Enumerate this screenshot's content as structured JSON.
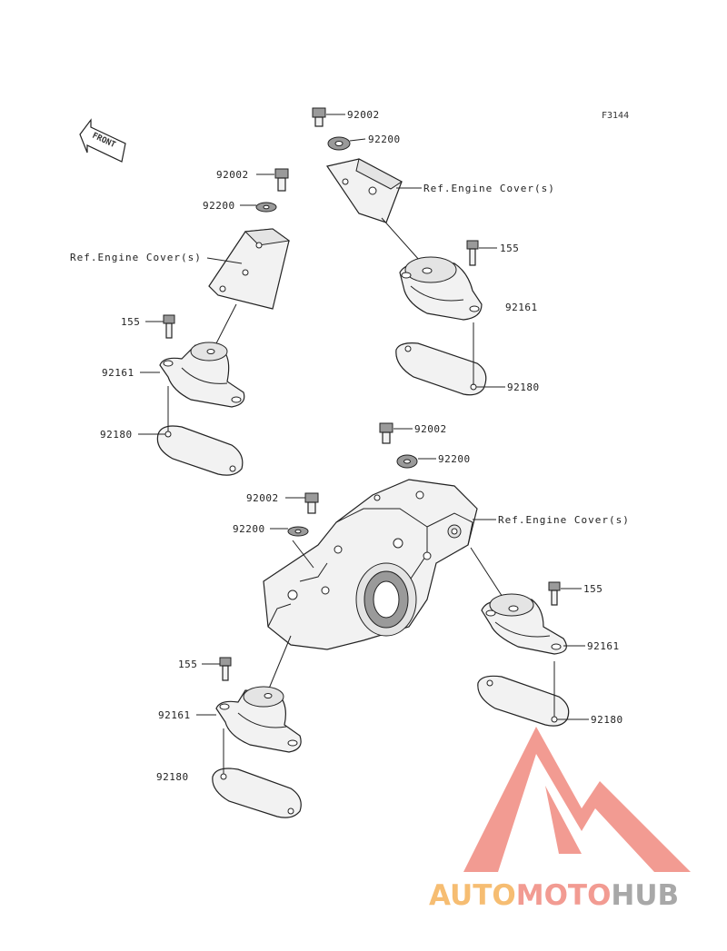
{
  "figure_code": "F3144",
  "front_label": "FRONT",
  "callouts": {
    "g1_bolt": "92002",
    "g1_washer": "92200",
    "g1_ref": "Ref.Engine Cover(s)",
    "g1_mount_bolt": "155",
    "g1_mount": "92161",
    "g1_plate": "92180",
    "g2_bolt": "92002",
    "g2_washer": "92200",
    "g2_ref": "Ref.Engine Cover(s)",
    "g2_mount_bolt": "155",
    "g2_mount": "92161",
    "g2_plate": "92180",
    "g3_bolt": "92002",
    "g3_washer": "92200",
    "g3_ref": "Ref.Engine Cover(s)",
    "g3_mount_bolt": "155",
    "g3_mount": "92161",
    "g3_plate": "92180",
    "g4_bolt": "92002",
    "g4_washer": "92200",
    "g4_mount_bolt": "155",
    "g4_mount": "92161",
    "g4_plate": "92180"
  },
  "watermark": {
    "part1": "AUTO",
    "part2": "MOTO",
    "part3": "HUB",
    "color_logo": "#f08a80",
    "color_orange": "#f5b25a",
    "color_gray": "#9a9a9a"
  }
}
